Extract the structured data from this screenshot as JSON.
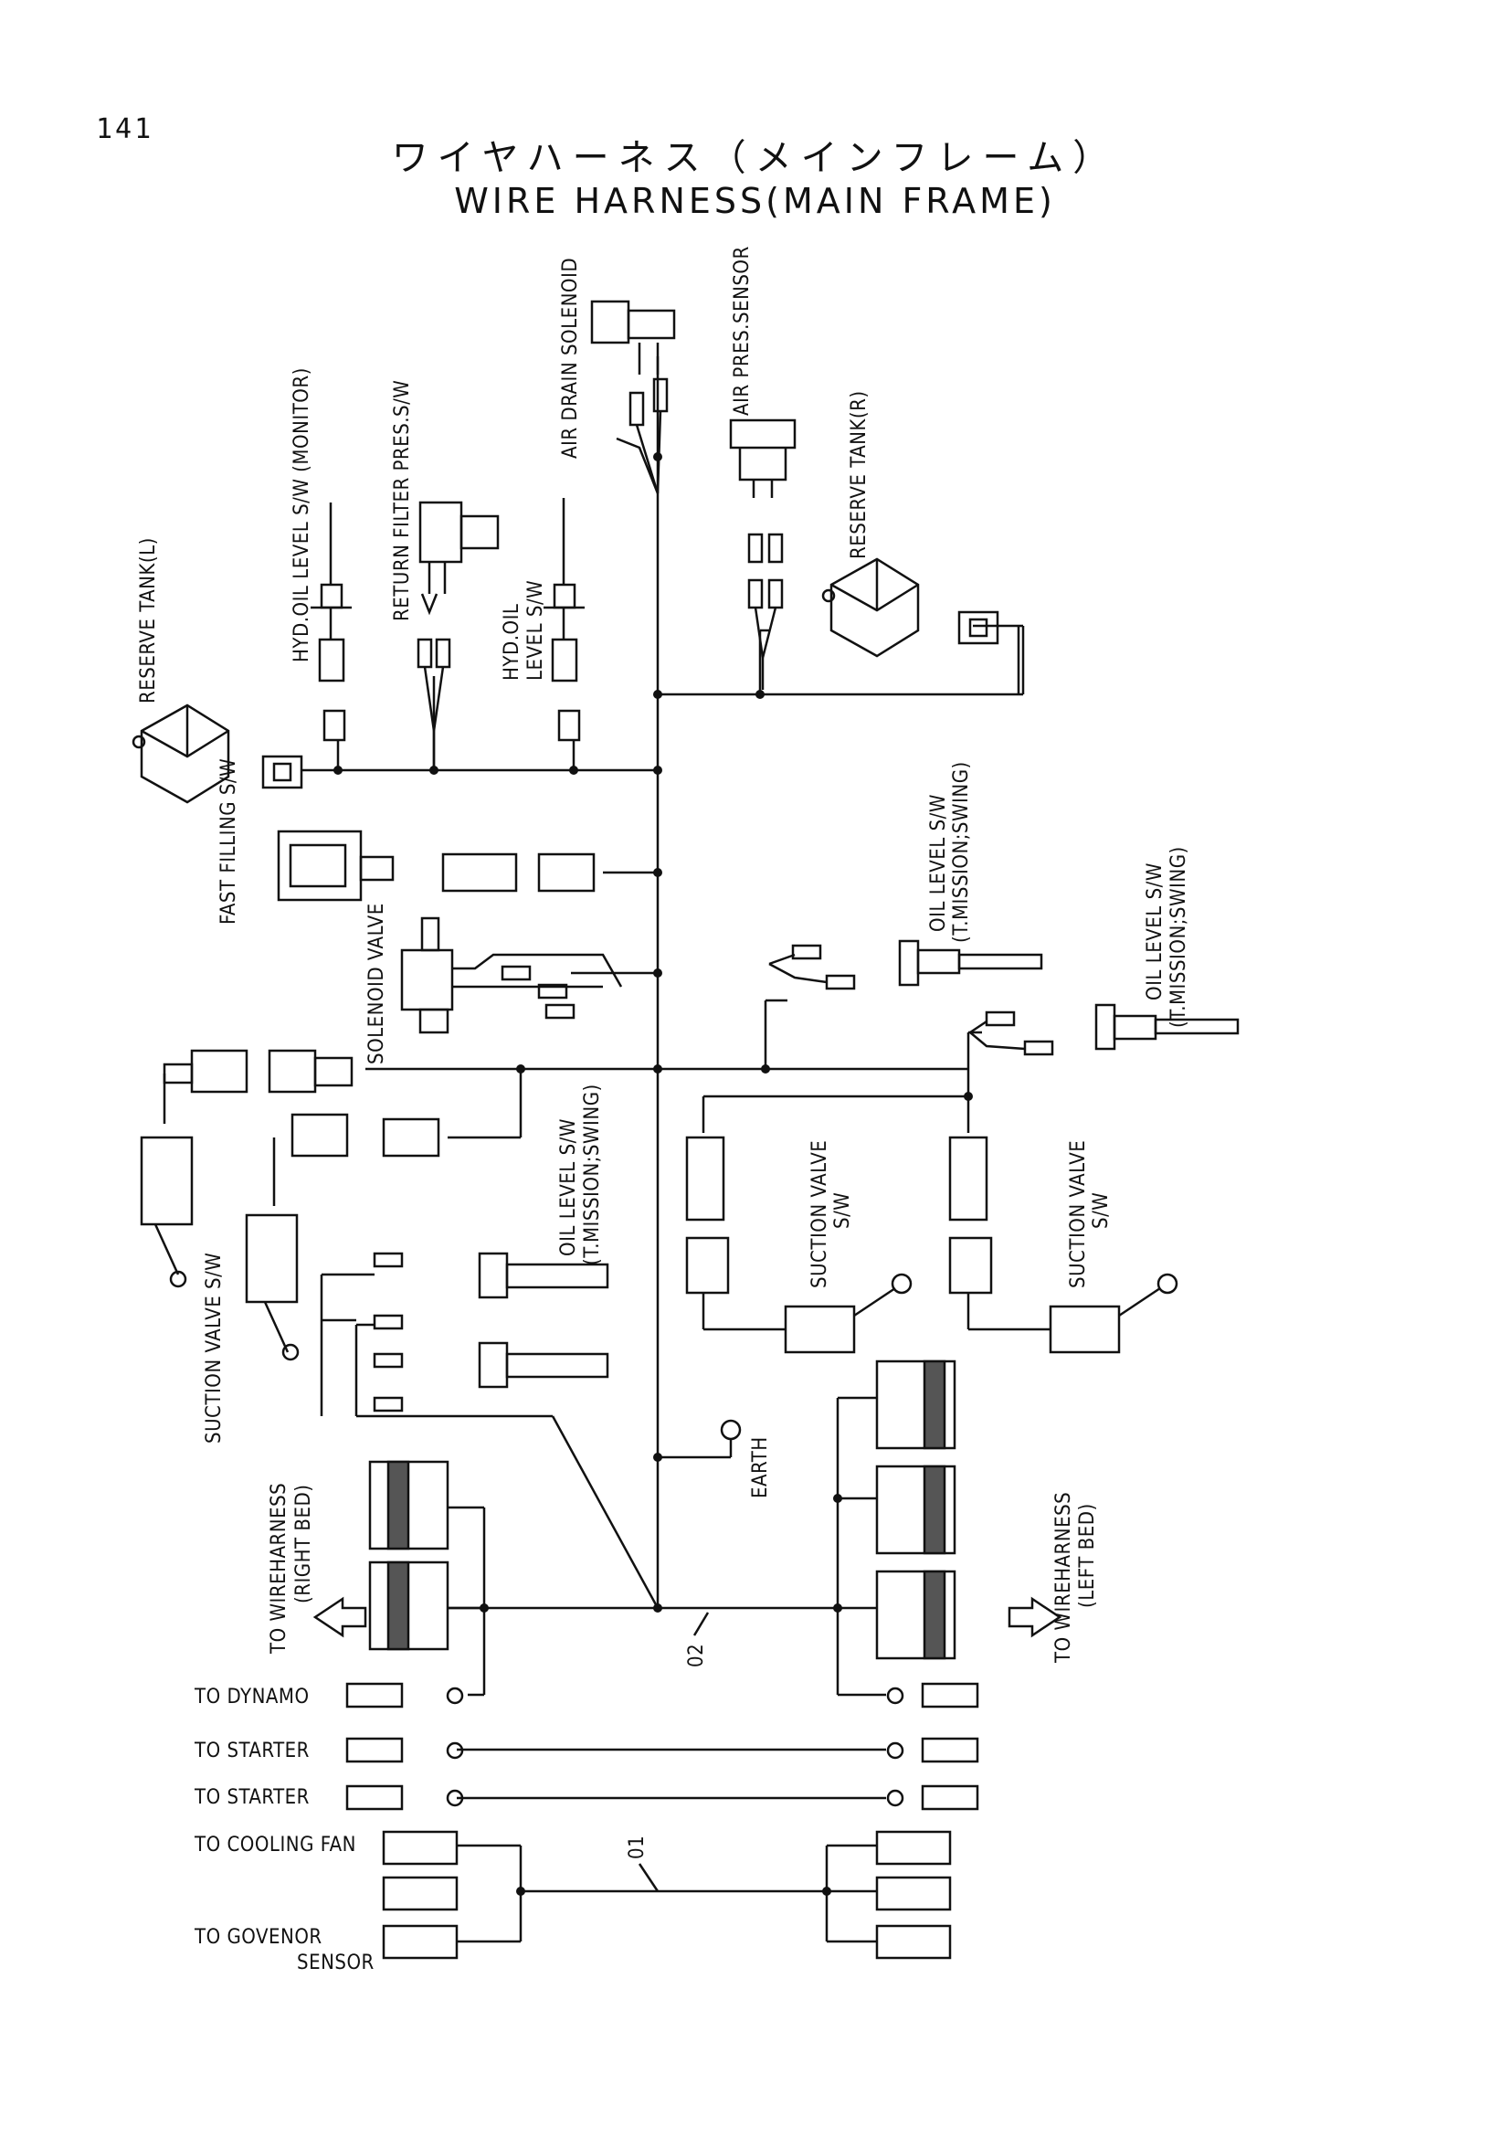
{
  "page_number": "141",
  "title_jp": "ワイヤハーネス（メインフレーム）",
  "title_en": "WIRE HARNESS(MAIN FRAME)",
  "labels": {
    "reserve_tank_l": "RESERVE TANK(L)",
    "hyd_oil_level_sw_monitor": "HYD.OIL LEVEL S/W (MONITOR)",
    "return_filter_pres_sw": "RETURN FILTER PRES.S/W",
    "hyd_oil_level_sw_1": "HYD.OIL",
    "hyd_oil_level_sw_2": "LEVEL S/W",
    "air_drain_solenoid": "AIR DRAIN SOLENOID",
    "air_pres_sensor": "AIR PRES.SENSOR",
    "reserve_tank_r": "RESERVE TANK(R)",
    "fast_filling_sw": "FAST FILLING S/W",
    "solenoid_valve": "SOLENOID VALVE",
    "oil_level_sw_right1_1": "OIL LEVEL S/W",
    "oil_level_sw_right1_2": "(T.MISSION;SWING)",
    "oil_level_sw_right2_1": "OIL LEVEL S/W",
    "oil_level_sw_right2_2": "(T.MISSION;SWING)",
    "oil_level_sw_center_1": "OIL LEVEL S/W",
    "oil_level_sw_center_2": "(T.MISSION;SWING)",
    "suction_valve_sw_left": "SUCTION VALVE S/W",
    "suction_valve_sw_mid_1": "SUCTION VALVE",
    "suction_valve_sw_mid_2": "S/W",
    "suction_valve_sw_right_1": "SUCTION VALVE",
    "suction_valve_sw_right_2": "S/W",
    "earth": "EARTH",
    "to_wireharness_right_1": "TO WIREHARNESS",
    "to_wireharness_right_2": "(RIGHT BED)",
    "to_wireharness_left_1": "TO WIREHARNESS",
    "to_wireharness_left_2": "(LEFT BED)",
    "callout_02": "02",
    "callout_01": "01",
    "to_dynamo": "TO DYNAMO",
    "to_starter_1": "TO STARTER",
    "to_starter_2": "TO STARTER",
    "to_cooling_fan": "TO COOLING FAN",
    "to_govenor_1": "TO GOVENOR",
    "to_govenor_2": "SENSOR"
  }
}
